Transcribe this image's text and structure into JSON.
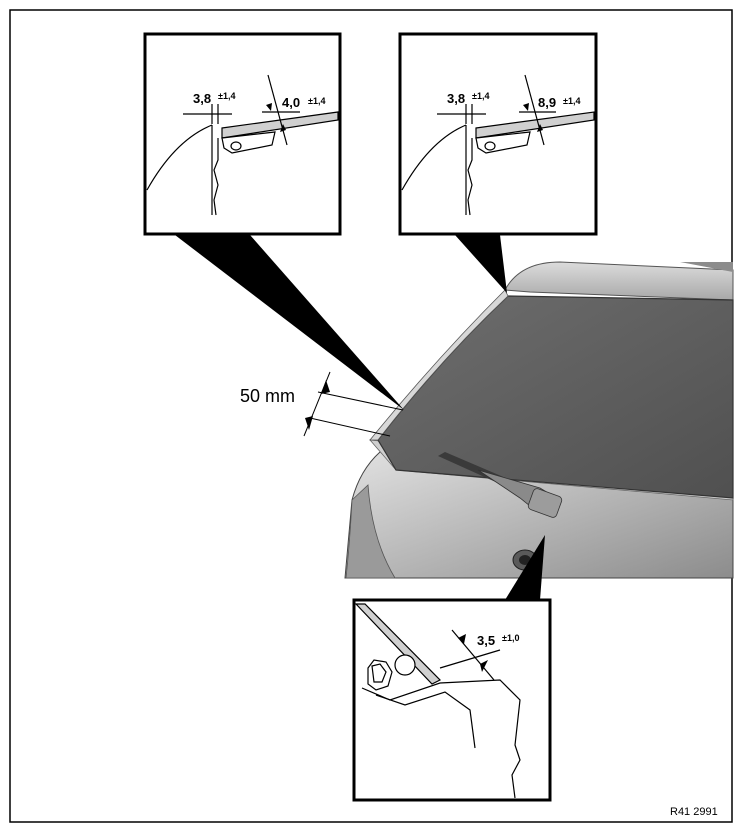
{
  "insets": {
    "top_left": {
      "gap_value": "3,8",
      "gap_tol": "±1,4",
      "offset_value": "4,0",
      "offset_tol": "±1,4"
    },
    "top_right": {
      "gap_value": "3,8",
      "gap_tol": "±1,4",
      "offset_value": "8,9",
      "offset_tol": "±1,4"
    },
    "bottom": {
      "offset_value": "3,5",
      "offset_tol": "±1,0"
    }
  },
  "distance_label": "50 mm",
  "reference_number": "R41 2991",
  "colors": {
    "glass": "#5f5f5f",
    "body": "#bdbdbd",
    "line": "#000000"
  }
}
